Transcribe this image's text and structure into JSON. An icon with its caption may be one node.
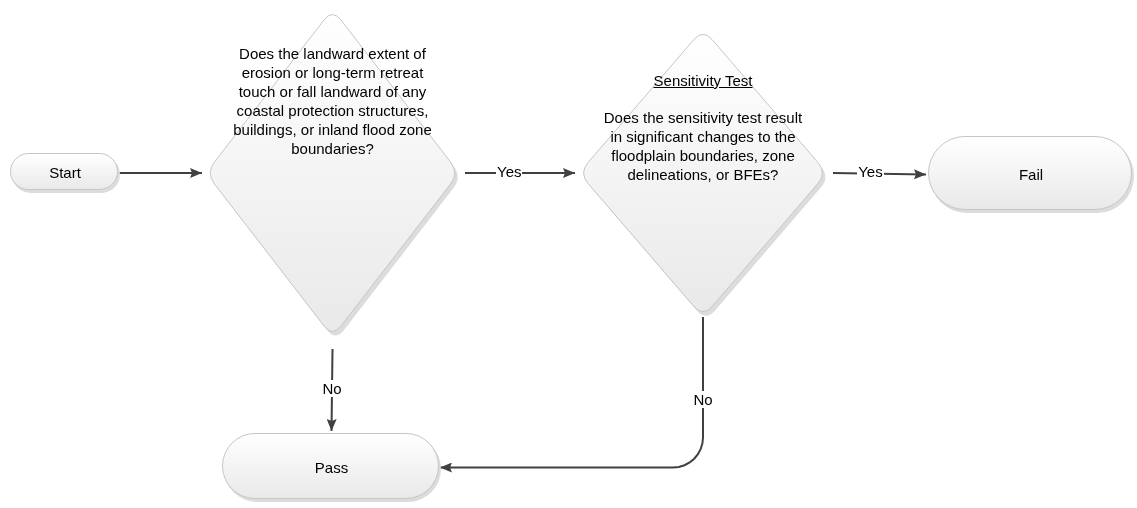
{
  "diagram": {
    "nodes": [
      {
        "text": [
          "Start"
        ]
      },
      {
        "text": [
          "Does the landward extent of erosion or long-term retreat touch or fall landward of any coastal protection structures, buildings, or inland flood zone boundaries?"
        ]
      },
      {
        "text": [
          "Sensitivity Test",
          "Does the sensitivity test result in significant changes to the floodplain boundaries, zone delineations, or BFEs?"
        ]
      },
      {
        "text": [
          "Fail"
        ]
      },
      {
        "text": [
          "Pass"
        ]
      }
    ],
    "edges": [
      {
        "from": 0,
        "to": 1,
        "arrow": "to"
      },
      {
        "from": 1,
        "to": 2,
        "arrow": "to",
        "label": "Yes"
      },
      {
        "from": 2,
        "to": 3,
        "arrow": "to",
        "label": "Yes"
      },
      {
        "from": 1,
        "to": 4,
        "arrow": "to",
        "label": "No"
      },
      {
        "from": 2,
        "to": 4,
        "arrow": "to",
        "label": "No"
      }
    ]
  }
}
